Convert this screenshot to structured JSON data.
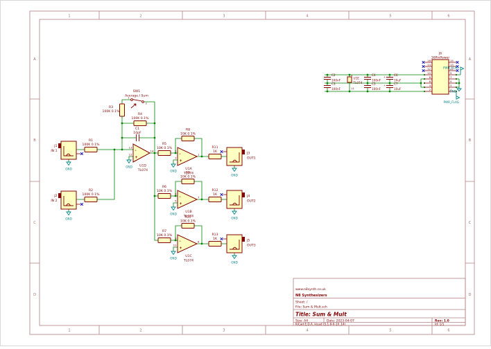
{
  "frame": {
    "cols": [
      "1",
      "2",
      "3",
      "4",
      "5",
      "6"
    ],
    "rows": [
      "A",
      "B",
      "C",
      "D"
    ]
  },
  "title_block": {
    "url": "www.n8synth.co.uk",
    "company": "N8 Synthesizers",
    "sheet": "Sheet: /",
    "file": "File: Sum & Mult.sch",
    "title": "Title: Sum & Mult",
    "size": "Size: A4",
    "date": "Date: 2023-04-07",
    "rev": "Rev: 1.0",
    "tool": "KiCad E.D.A.  kicad (5.1.8-0-10_14)",
    "id": "Id: 1/1"
  },
  "labels": {
    "gnd": "GND",
    "pwr_flag": "PWR_FLAG",
    "minus": "-",
    "plus": "+",
    "cap_polarity": "+"
  },
  "jacks": {
    "j1": {
      "ref": "J1",
      "name": "IN 1"
    },
    "j2": {
      "ref": "J2",
      "name": "IN 2"
    },
    "j3": {
      "ref": "J3",
      "name": "OUT1"
    },
    "j4": {
      "ref": "J4",
      "name": "OUT2"
    },
    "j5": {
      "ref": "J5",
      "name": "OUT3"
    }
  },
  "res": {
    "r1": {
      "ref": "R1",
      "val": "100K 0.1%"
    },
    "r2": {
      "ref": "R2",
      "val": "100K 0.1%"
    },
    "r3": {
      "ref": "R3",
      "val": "100K 0.1%"
    },
    "r4": {
      "ref": "R4",
      "val": "100K 0.1%"
    },
    "r5": {
      "ref": "R5",
      "val": "10K 0.1%"
    },
    "r6": {
      "ref": "R6",
      "val": "10K 0.1%"
    },
    "r7": {
      "ref": "R7",
      "val": "10K 0.1%"
    },
    "r8": {
      "ref": "R8",
      "val": "10K 0.1%"
    },
    "r9": {
      "ref": "R9",
      "val": "10K 0.1%"
    },
    "r10": {
      "ref": "R10",
      "val": "10K 0.1%"
    },
    "r11": {
      "ref": "R11",
      "val": "1K"
    },
    "r12": {
      "ref": "R12",
      "val": "1K"
    },
    "r13": {
      "ref": "R13",
      "val": "1K"
    }
  },
  "caps": {
    "c1": {
      "ref": "C1",
      "val": "10pF"
    },
    "c2": {
      "ref": "C2",
      "val": "100nF"
    },
    "c3": {
      "ref": "C3",
      "val": "100nF"
    },
    "c4": {
      "ref": "C4",
      "val": "100nF"
    },
    "c5": {
      "ref": "C5",
      "val": "100nF"
    },
    "c6": {
      "ref": "C6",
      "val": "10uF"
    },
    "c7": {
      "ref": "C7",
      "val": "10uF"
    }
  },
  "sw": {
    "ref": "SW1",
    "val": "Average / Sum",
    "p1": "1",
    "p2": "2"
  },
  "opamps": {
    "u1a": {
      "ref": "U1A",
      "val": "TL074",
      "pneg": "2",
      "ppos": "3",
      "pout": "1"
    },
    "u1b": {
      "ref": "U1B",
      "val": "TL074",
      "pneg": "6",
      "ppos": "5",
      "pout": "7"
    },
    "u1c": {
      "ref": "U1C",
      "val": "TL074",
      "pneg": "9",
      "ppos": "10",
      "pout": "8"
    },
    "u1d": {
      "ref": "U1D",
      "val": "TL074",
      "pneg": "13",
      "ppos": "12",
      "pout": "14"
    },
    "u1e": {
      "ref": "U1E",
      "val": "TL074",
      "ptop": "4",
      "pbot": "11"
    }
  },
  "conn": {
    "ref": "J6",
    "val": "16PinPower",
    "left": [
      "16",
      "14",
      "12",
      "10",
      "8",
      "6",
      "4",
      "2"
    ],
    "right": [
      "15",
      "13",
      "11",
      "9",
      "7",
      "5",
      "3",
      "1"
    ]
  },
  "colors": {
    "wire": "#008400",
    "symbol": "#840000",
    "fill": "#FFFFC2",
    "power": "#008484",
    "noconnect": "#0000C2",
    "frame": "#b28080"
  }
}
